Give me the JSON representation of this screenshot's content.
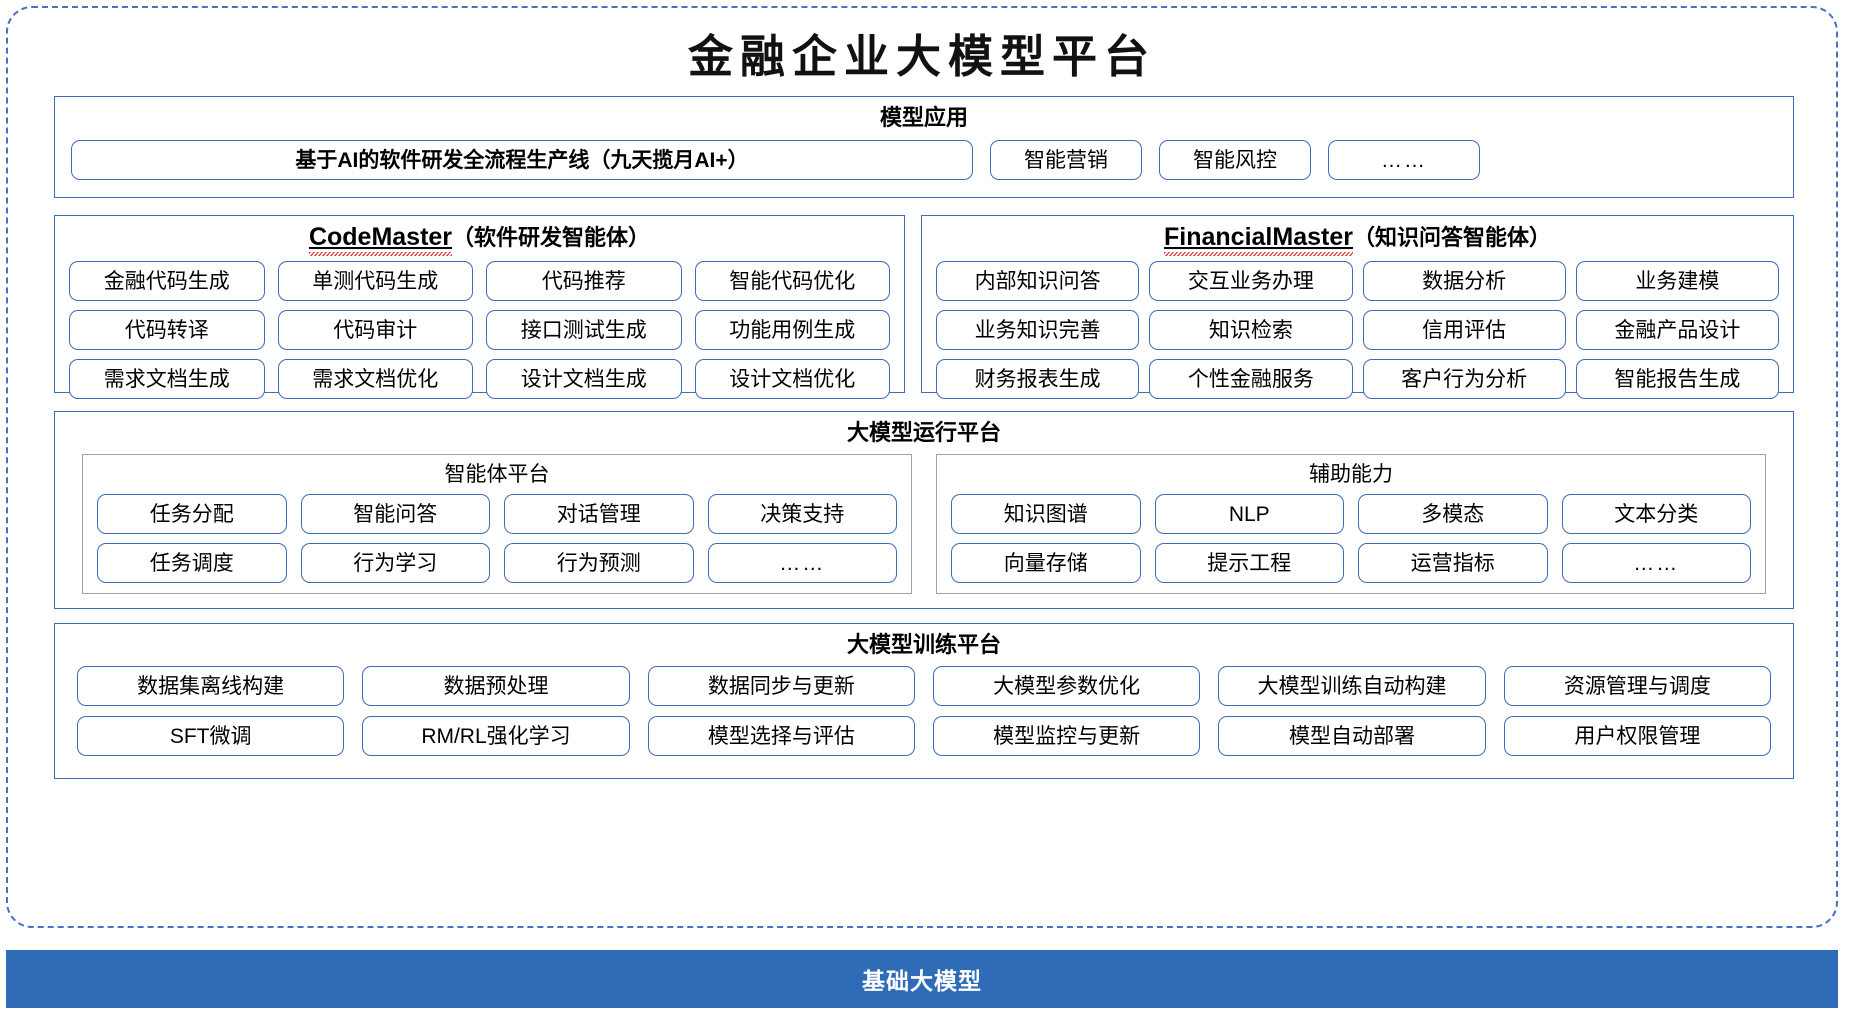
{
  "title": "金融企业大模型平台",
  "sections": {
    "apps": {
      "title": "模型应用",
      "primary": "基于AI的软件研发全流程生产线（九天揽月AI+）",
      "items": [
        "智能营销",
        "智能风控",
        "……"
      ]
    },
    "code_master": {
      "latin": "CodeMaster",
      "suffix": "（软件研发智能体）",
      "items": [
        "金融代码生成",
        "单测代码生成",
        "代码推荐",
        "智能代码优化",
        "代码转译",
        "代码审计",
        "接口测试生成",
        "功能用例生成",
        "需求文档生成",
        "需求文档优化",
        "设计文档生成",
        "设计文档优化"
      ]
    },
    "financial_master": {
      "latin": "FinancialMaster",
      "suffix": "（知识问答智能体）",
      "items": [
        "内部知识问答",
        "交互业务办理",
        "数据分析",
        "业务建模",
        "业务知识完善",
        "知识检索",
        "信用评估",
        "金融产品设计",
        "财务报表生成",
        "个性金融服务",
        "客户行为分析",
        "智能报告生成"
      ]
    },
    "runtime": {
      "title": "大模型运行平台",
      "agent_platform": {
        "title": "智能体平台",
        "items": [
          "任务分配",
          "智能问答",
          "对话管理",
          "决策支持",
          "任务调度",
          "行为学习",
          "行为预测",
          "……"
        ]
      },
      "auxiliary": {
        "title": "辅助能力",
        "items": [
          "知识图谱",
          "NLP",
          "多模态",
          "文本分类",
          "向量存储",
          "提示工程",
          "运营指标",
          "……"
        ]
      }
    },
    "training": {
      "title": "大模型训练平台",
      "items": [
        "数据集离线构建",
        "数据预处理",
        "数据同步与更新",
        "大模型参数优化",
        "大模型训练自动构建",
        "资源管理与调度",
        "SFT微调",
        "RM/RL强化学习",
        "模型选择与评估",
        "模型监控与更新",
        "模型自动部署",
        "用户权限管理"
      ]
    }
  },
  "base_bar": {
    "label": "基础大模型"
  },
  "colors": {
    "frame_border": "#4472C4",
    "panel_border": "#3C6DB5",
    "pill_border": "#3C6DB5",
    "sub_panel_border": "#9AA4B0",
    "base_bar_bg": "#2E6CB8",
    "spellcheck_underline": "#E03131"
  }
}
